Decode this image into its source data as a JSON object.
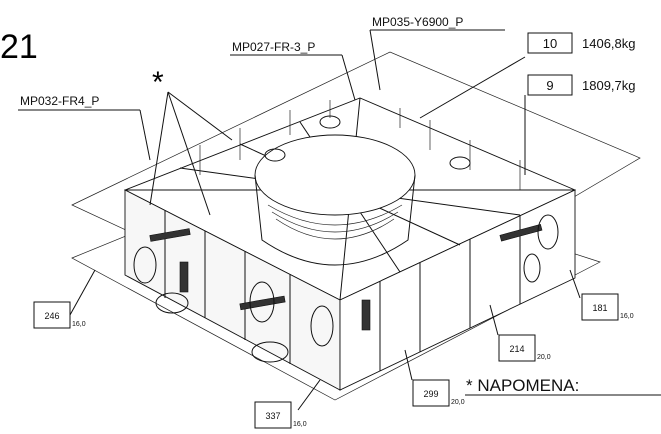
{
  "figure_number": "21",
  "asterisk": "*",
  "parts": {
    "top_center": "MP035-Y6900_P",
    "top_left_mid": "MP027-FR-3_P",
    "left": "MP032-FR4_P"
  },
  "weights": [
    {
      "position": "10",
      "mass": "1406,8kg"
    },
    {
      "position": "9",
      "mass": "1809,7kg"
    }
  ],
  "plate_tags": [
    {
      "number": "246",
      "thickness": "16,0"
    },
    {
      "number": "337",
      "thickness": "16,0"
    },
    {
      "number": "299",
      "thickness": "20,0"
    },
    {
      "number": "214",
      "thickness": "20,0"
    },
    {
      "number": "181",
      "thickness": "16,0"
    }
  ],
  "note": "* NAPOMENA:"
}
